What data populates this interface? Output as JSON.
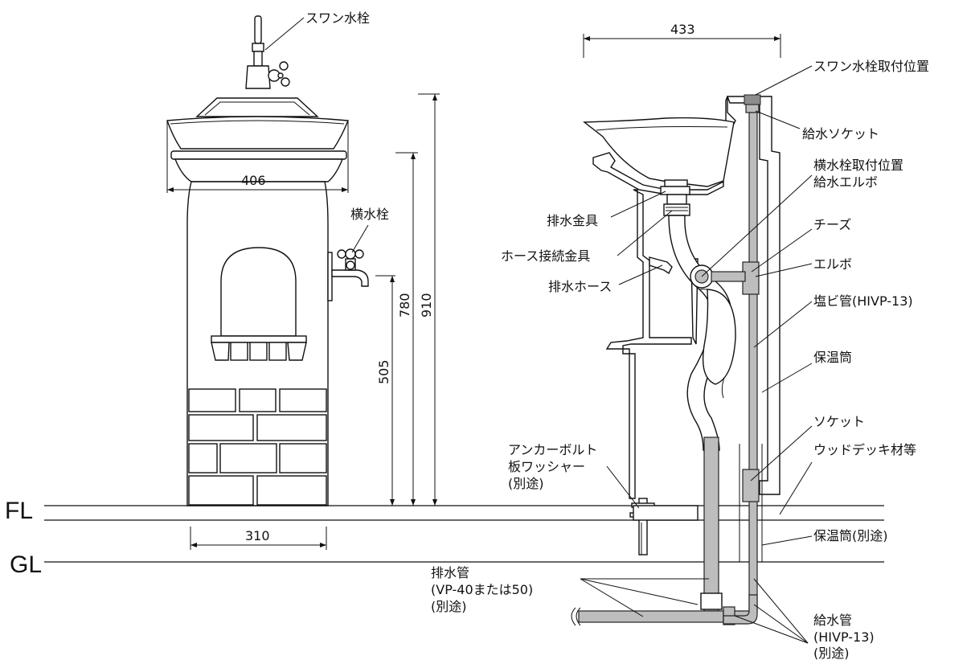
{
  "levels": {
    "fl": "FL",
    "gl": "GL"
  },
  "dimensions": {
    "bowl_width": "406",
    "base_width": "310",
    "height_side_tap": "505",
    "height_basin": "780",
    "height_total": "910",
    "depth": "433"
  },
  "labels": {
    "swan_tap": "スワン水栓",
    "side_tap": "横水栓",
    "swan_tap_position": "スワン水栓取付位置",
    "supply_socket": "給水ソケット",
    "side_tap_position": "横水栓取付位置",
    "supply_elbow": "給水エルボ",
    "drain_fitting": "排水金具",
    "tee": "チーズ",
    "hose_fitting": "ホース接続金具",
    "elbow": "エルボ",
    "drain_hose": "排水ホース",
    "pvc_pipe": "塩ビ管(HIVP-13)",
    "insulation": "保温筒",
    "socket": "ソケット",
    "deck": "ウッドデッキ材等",
    "anchor_line1": "アンカーボルト",
    "anchor_line2": "板ワッシャー",
    "anchor_line3": "(別途)",
    "insulation_separate": "保温筒(別途)",
    "drain_pipe_line1": "排水管",
    "drain_pipe_line2": "(VP-40または50)",
    "drain_pipe_line3": "(別途)",
    "supply_pipe_line1": "給水管",
    "supply_pipe_line2": "(HIVP-13)",
    "supply_pipe_line3": "(別途)"
  }
}
